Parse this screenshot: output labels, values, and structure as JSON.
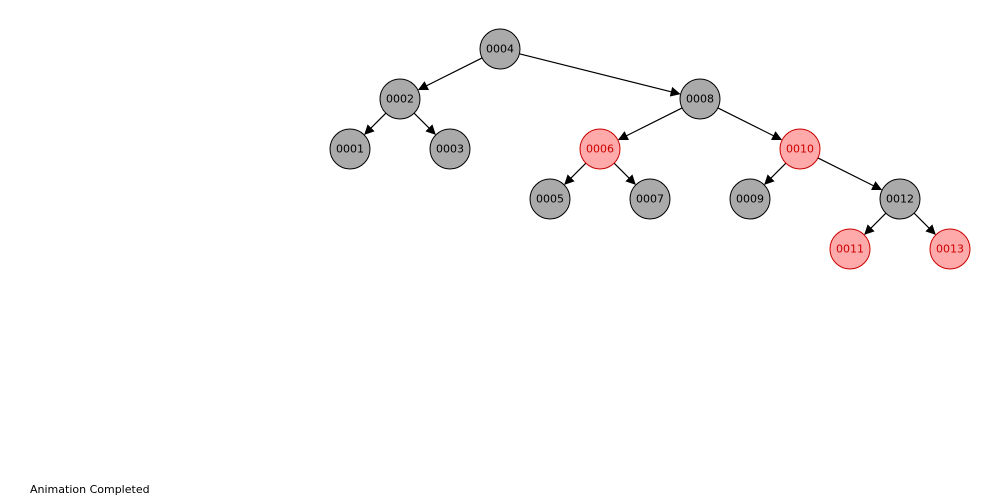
{
  "tree": {
    "colors": {
      "black_fill": "#aaaaaa",
      "black_stroke": "#000000",
      "black_text": "#000000",
      "red_fill": "#ffaaaa",
      "red_stroke": "#cc0000",
      "red_text": "#cc0000",
      "edge": "#000000"
    },
    "nodes": [
      {
        "id": "n4",
        "label": "0004",
        "color": "black"
      },
      {
        "id": "n2",
        "label": "0002",
        "color": "black"
      },
      {
        "id": "n8",
        "label": "0008",
        "color": "black"
      },
      {
        "id": "n1",
        "label": "0001",
        "color": "black"
      },
      {
        "id": "n3",
        "label": "0003",
        "color": "black"
      },
      {
        "id": "n6",
        "label": "0006",
        "color": "red"
      },
      {
        "id": "n10",
        "label": "0010",
        "color": "red"
      },
      {
        "id": "n5",
        "label": "0005",
        "color": "black"
      },
      {
        "id": "n7",
        "label": "0007",
        "color": "black"
      },
      {
        "id": "n9",
        "label": "0009",
        "color": "black"
      },
      {
        "id": "n12",
        "label": "0012",
        "color": "black"
      },
      {
        "id": "n11",
        "label": "0011",
        "color": "red"
      },
      {
        "id": "n13",
        "label": "0013",
        "color": "red"
      }
    ],
    "edges": [
      {
        "from": "n4",
        "to": "n2"
      },
      {
        "from": "n4",
        "to": "n8"
      },
      {
        "from": "n2",
        "to": "n1"
      },
      {
        "from": "n2",
        "to": "n3"
      },
      {
        "from": "n8",
        "to": "n6"
      },
      {
        "from": "n8",
        "to": "n10"
      },
      {
        "from": "n6",
        "to": "n5"
      },
      {
        "from": "n6",
        "to": "n7"
      },
      {
        "from": "n10",
        "to": "n9"
      },
      {
        "from": "n10",
        "to": "n12"
      },
      {
        "from": "n12",
        "to": "n11"
      },
      {
        "from": "n12",
        "to": "n13"
      }
    ]
  },
  "status": {
    "text": "Animation Completed"
  }
}
